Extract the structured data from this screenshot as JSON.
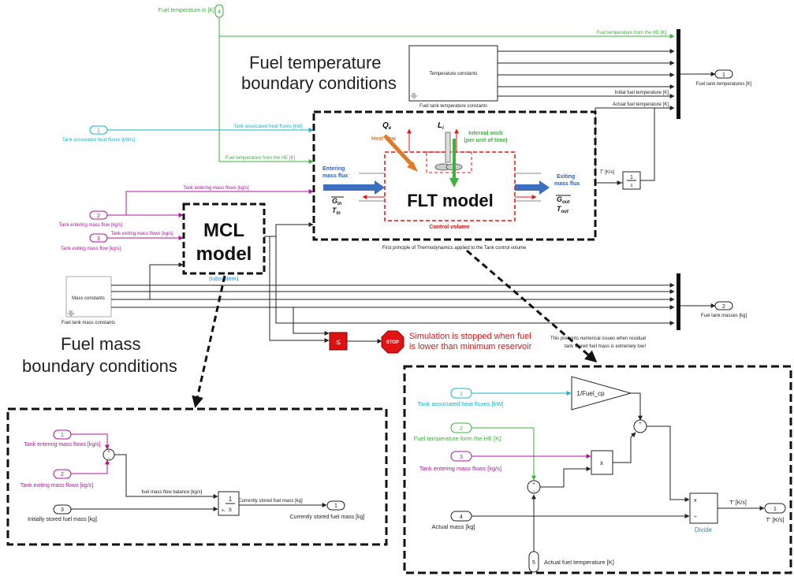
{
  "annotations": {
    "temp_bc_line1": "Fuel temperature",
    "temp_bc_line2": "boundary conditions",
    "mass_bc_line1": "Fuel mass",
    "mass_bc_line2": "boundary conditions",
    "mcl_line1": "MCL",
    "mcl_line2": "model",
    "flt_title": "FLT model",
    "stop_note_line1": "Simulation is stopped when fuel",
    "stop_note_line2": "is lower than minimum reservoir"
  },
  "top": {
    "inport4_label": "Fuel temperature in [K]",
    "inport4_num": "4",
    "inport1_label": "Tank associated heat fluxes [kW/s]",
    "inport1_num": "1",
    "inport2_label": "Tank entering mass flow [kg/s]",
    "inport2_num": "2",
    "inport3_label": "Tank exiting mass flow [kg/s]",
    "inport3_num": "3",
    "sig_temp_he_top": "Fuel temperature from the HE [K]",
    "sig_heat_fluxes": "Tank associated heat fluxes [kW]",
    "sig_temp_he_mid": "Fuel temperature from the HE [K]",
    "sig_entering": "Tank entering mass flows [kg/s]",
    "sig_exiting": "Tank exiting mass flows [kg/s]",
    "temp_const_block": "Temperature constants",
    "temp_const_caption": "Fuel tank temperature constants",
    "sig_initial_temp": "Initial fuel temperature [K]",
    "sig_actual_temp": "Actual fuel temperature [K]",
    "outport1_num": "1",
    "outport1_label": "Fuel tank temperatures [K]",
    "tprime_label": "T' [K/s]",
    "integrator_num": "1",
    "integrator_den": "s",
    "mass_const_block": "Mass constants",
    "mass_const_caption": "Fuel tank mass constants",
    "subsystem_label": "Subsystem1",
    "outport2_num": "2",
    "outport2_label": "Fuel tank masses [kg]",
    "compare_symbol": "≤",
    "stop_label": "STOP",
    "residual_note_line1": "This prevents numerical issues when residual",
    "residual_note_line2": "tank stored fuel mass is extremely low!",
    "flt_caption": "First principle of Thermodynamics applied to the Tank control volume"
  },
  "flt": {
    "qe": "Q",
    "qe_sub": "e",
    "li": "L",
    "li_sub": "i",
    "heat_flow": "Heat flow",
    "internal_work_1": "Internal work",
    "internal_work_2": "(per unit of time)",
    "entering_1": "Entering",
    "entering_2": "mass flux",
    "exiting_1": "Exiting",
    "exiting_2": "mass flux",
    "g_in": "G",
    "g_in_sub": "in",
    "t_in": "T",
    "t_in_sub": "in",
    "g_out": "G",
    "g_out_sub": "out",
    "t_out": "T",
    "t_out_sub": "out",
    "control_volume": "Control volume"
  },
  "mcl": {
    "in1_num": "1",
    "in1_label": "Tank entering mass flows [kg/s]",
    "in2_num": "2",
    "in2_label": "Tank exiting mass flows [kg/s]",
    "in3_num": "3",
    "in3_label": "Initially stored fuel mass [kg]",
    "sig_balance": "fuel mass flow balance [kg/s]",
    "sig_stored": "Currently stored fuel mass [kg]",
    "out1_num": "1",
    "out1_label": "Currently stored fuel mass [kg]",
    "int_num": "1",
    "int_den": "s",
    "int_x0": "x₀",
    "sum_plus": "+",
    "sum_minus": "−"
  },
  "fltdetail": {
    "in1_num": "1",
    "in1_label": "Tank associated heat fluxes [kW]",
    "in2_num": "2",
    "in2_label": "Fuel temperature form the HE [K]",
    "in3_num": "3",
    "in3_label": "Tank entering mass flows [kg/s]",
    "in4_num": "4",
    "in4_label": "Actual mass [kg]",
    "in5_num": "5",
    "in5_label": "Actual fuel temperature [K]",
    "gain_label": "1/Fuel_cp",
    "product_label": "x",
    "divide_x": "x",
    "divide_div": "÷",
    "divide_caption": "Divide",
    "sig_tprime": "T' [K/s]",
    "out1_num": "1",
    "out1_label": "T' [K/s]",
    "sum_plus": "+",
    "sum_minus": "−"
  },
  "colors": {
    "cyan": "#16b6c6",
    "green": "#3fb13f",
    "magenta": "#b0169a",
    "red": "#d82020",
    "orange": "#e07a28",
    "blue": "#2a63b7",
    "black": "#222222"
  }
}
